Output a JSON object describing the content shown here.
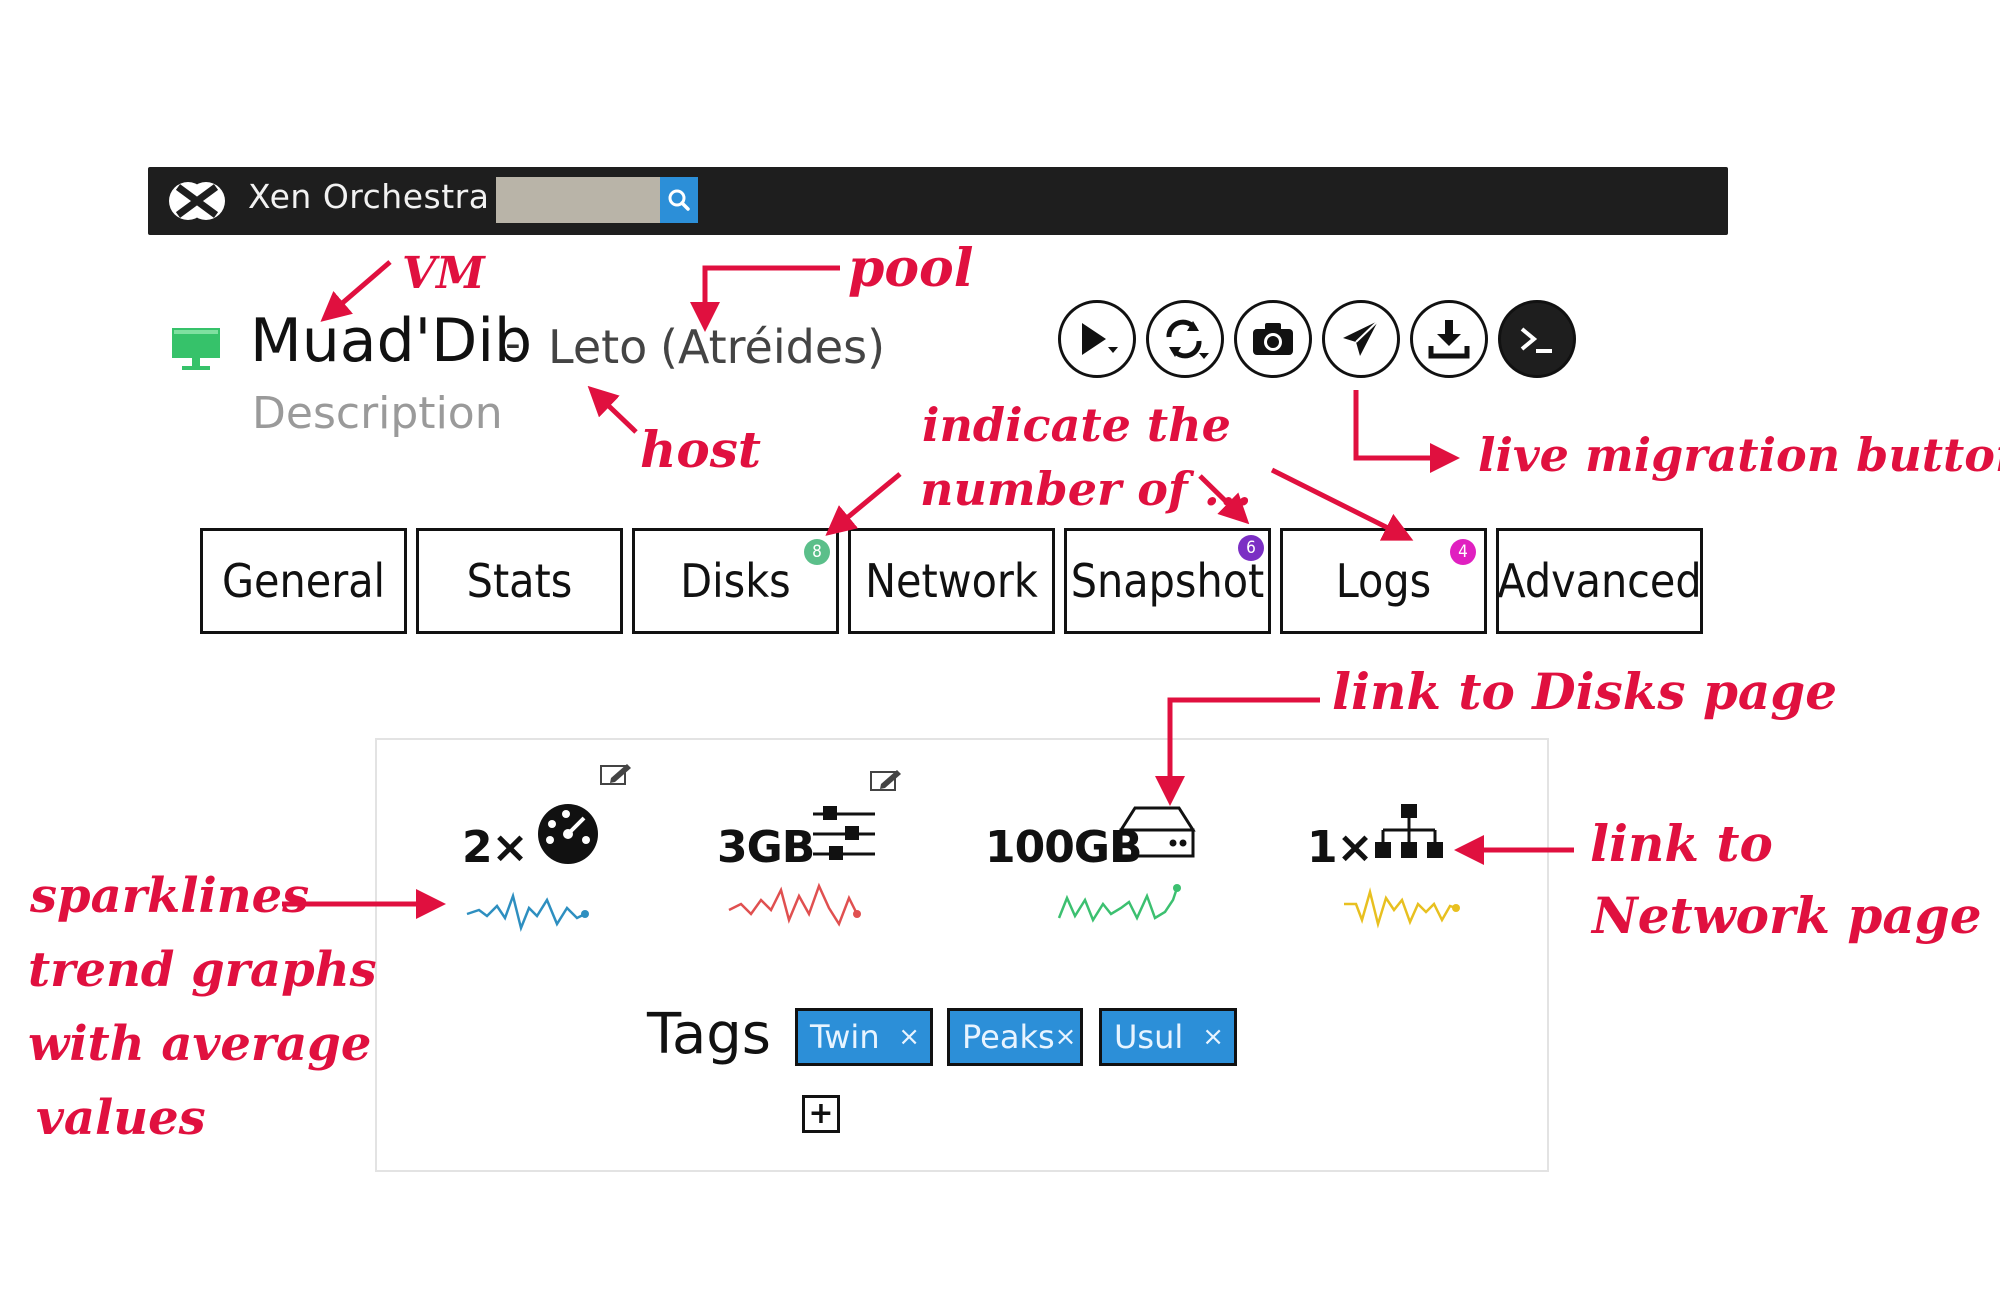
{
  "topbar": {
    "title": "Xen Orchestra",
    "search_placeholder": ""
  },
  "vm": {
    "name": "Muad'Dib",
    "separator": "-",
    "host": "Leto",
    "pool": "(Atréides)",
    "description": "Description",
    "status_color": "#36c26a"
  },
  "actions": [
    {
      "name": "start",
      "icon": "play-dropdown-icon"
    },
    {
      "name": "restart",
      "icon": "refresh-dropdown-icon"
    },
    {
      "name": "snapshot",
      "icon": "camera-icon"
    },
    {
      "name": "migrate",
      "icon": "paper-plane-icon"
    },
    {
      "name": "export",
      "icon": "download-icon"
    },
    {
      "name": "console",
      "icon": "terminal-icon"
    }
  ],
  "tabs": [
    {
      "label": "General"
    },
    {
      "label": "Stats"
    },
    {
      "label": "Disks",
      "badge": "8",
      "badge_color": "#5bbf8a"
    },
    {
      "label": "Network"
    },
    {
      "label": "Snapshot",
      "badge": "6",
      "badge_color": "#7b2fc4"
    },
    {
      "label": "Logs",
      "badge": "4",
      "badge_color": "#e020c0"
    },
    {
      "label": "Advanced"
    }
  ],
  "stats": {
    "cpu": {
      "value": "2×",
      "icon": "speedometer-icon",
      "color": "#2e8fc0"
    },
    "ram": {
      "value": "3GB",
      "icon": "memory-sliders-icon",
      "color": "#e05050"
    },
    "disk": {
      "value": "100GB",
      "icon": "hard-drive-icon",
      "color": "#3cc070"
    },
    "network": {
      "value": "1×",
      "icon": "network-icon",
      "color": "#e8c020"
    }
  },
  "tags": {
    "label": "Tags :",
    "items": [
      "Twin",
      "Peaks",
      "Usul"
    ],
    "remove_glyph": "×",
    "add_glyph": "+"
  },
  "annotations": {
    "vm": "VM",
    "pool": "pool",
    "host": "host",
    "indicate": "indicate the",
    "number_of": "number of ...",
    "live_migration": "live migration button",
    "link_disks": "link to Disks page",
    "link_network_1": "link to",
    "link_network_2": "Network page",
    "sparklines_1": "sparklines",
    "sparklines_2": "trend graphs",
    "sparklines_3": "with average",
    "sparklines_4": "values"
  },
  "colors": {
    "annotation": "#e0103f",
    "accent": "#2c8fd8",
    "topbar": "#1e1e1e"
  }
}
